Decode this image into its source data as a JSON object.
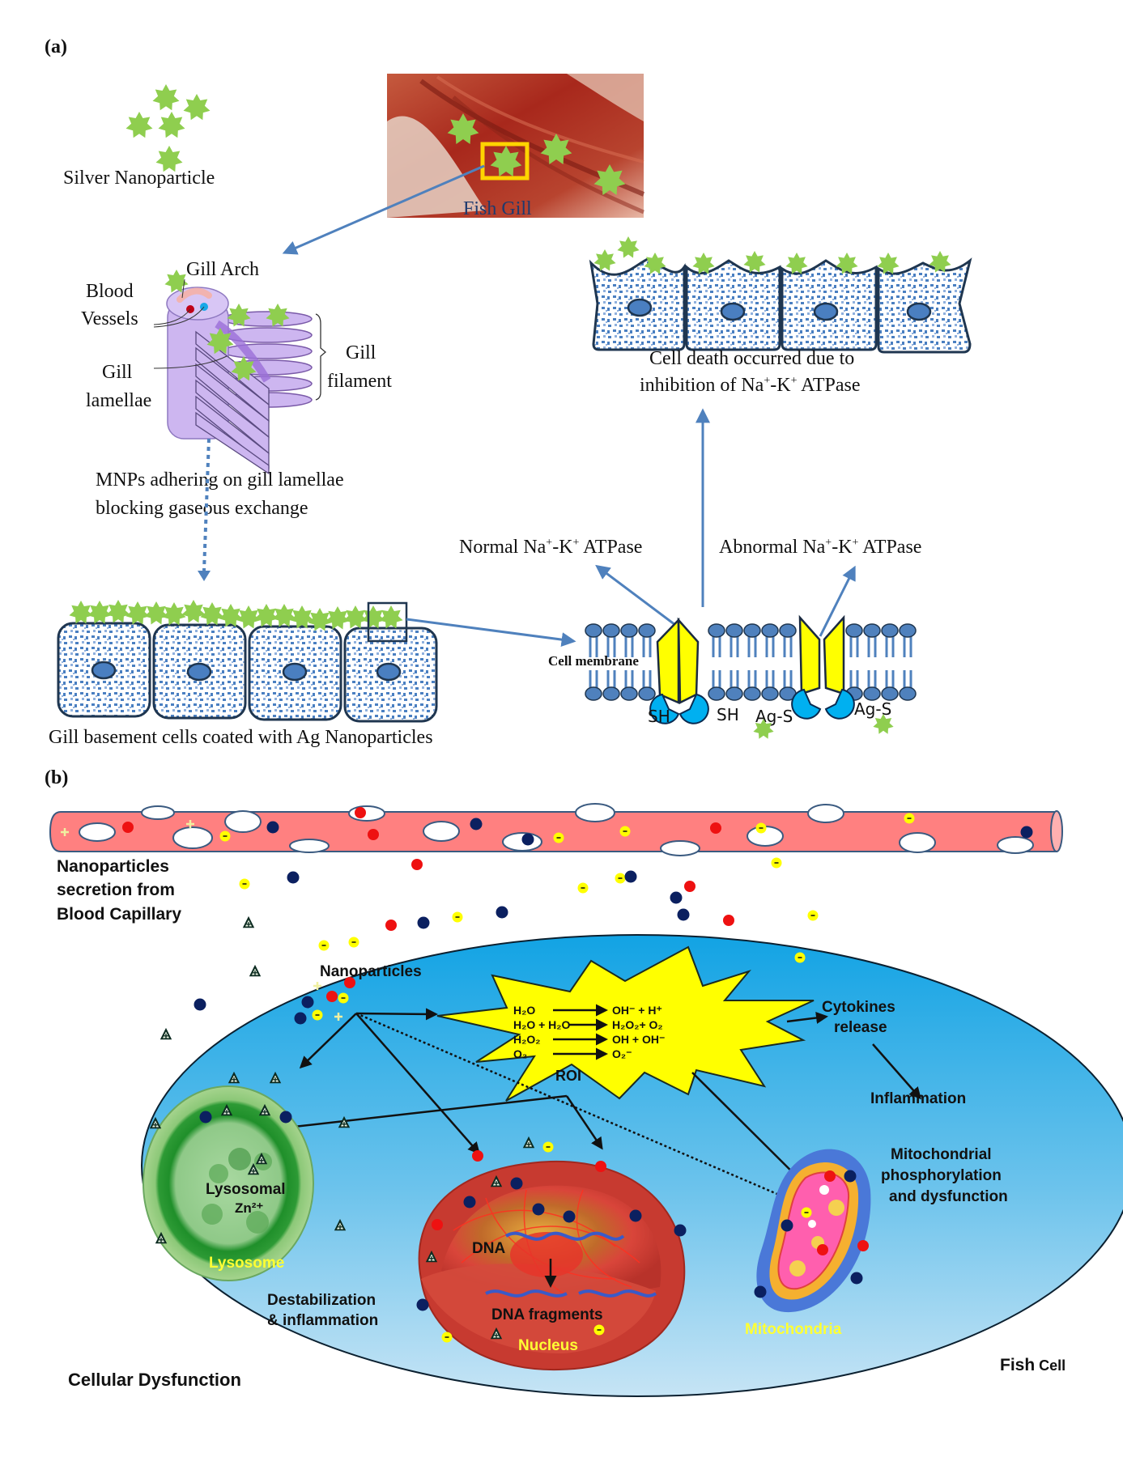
{
  "panel_a": {
    "label": "(a)",
    "silver_nanoparticle_label": "Silver Nanoparticle",
    "fish_gill_label": "Fish Gill",
    "gill_diagram": {
      "gill_arch": "Gill Arch",
      "blood": "Blood",
      "vessels": "Vessels",
      "gill_left": "Gill",
      "lamellae": "lamellae",
      "gill_right": "Gill",
      "filament": "filament"
    },
    "mnps_line1": "MNPs adhering on gill lamellae",
    "mnps_line2": "blocking gaseous exchange",
    "basement_caption": "Gill basement cells coated with Ag Nanoparticles",
    "cell_death_line1": "Cell death occurred due to",
    "cell_death_line2_pre": "inhibition of Na",
    "cell_death_line2_mid": "-K",
    "cell_death_line2_post": "  ATPase",
    "normal_pre": "Normal Na",
    "normal_mid": "-K",
    "normal_post": " ATPase",
    "abnormal_pre": "Abnormal Na",
    "abnormal_mid": "-K",
    "abnormal_post": " ATPase",
    "superscript_plus": "+",
    "cell_membrane": "Cell membrane",
    "sh_1": "SH",
    "sh_2": "SH",
    "ags_1": "Ag-S",
    "ags_2": "Ag-S"
  },
  "panel_b": {
    "label": "(b)",
    "secretion_line1": "Nanoparticles",
    "secretion_line2": "secretion from",
    "secretion_line3": "Blood Capillary",
    "nanoparticles": "Nanoparticles",
    "reactions": [
      {
        "left": "H₂O",
        "right": "OH⁻ + H⁺"
      },
      {
        "left": "H₂O + H₂O",
        "right": "H₂O₂+ O₂"
      },
      {
        "left": "H₂O₂",
        "right": "OH + OH⁻"
      },
      {
        "left": "O₂",
        "right": "O₂⁻"
      }
    ],
    "roi": "ROI",
    "cytokines_line1": "Cytokines",
    "cytokines_line2": "release",
    "inflammation": "Inflammation",
    "mito_line1": "Mitochondrial",
    "mito_line2": "phosphorylation",
    "mito_line3": "and dysfunction",
    "lysosomal_line1": "Lysosomal",
    "lysosomal_line2": "Zn²⁺",
    "lysosome": "Lysosome",
    "destab_line1": "Destabilization",
    "destab_line2": "& inflammation",
    "dna": "DNA",
    "dna_fragments": "DNA fragments",
    "nucleus": "Nucleus",
    "mitochondria": "Mitochondria",
    "cellular_dysfunction": "Cellular Dysfunction",
    "fish_cell_big": "Fish",
    "fish_cell_small": " Cell"
  },
  "colors": {
    "nanoparticle_green": "#8fce4f",
    "arrow_blue": "#4f81bd",
    "cell_outline": "#1f3650",
    "cell_pattern": "#4a7fc1",
    "pump_yellow": "#ffff00",
    "receptor_cyan": "#00b0f0",
    "capillary": "#ff8080",
    "cytoplasm_top": "#1aa7e6",
    "cytoplasm_bottom": "#b8dcf2",
    "particle_red": "#ee1111",
    "particle_navy": "#0b2060",
    "particle_yellow": "#ffff00",
    "lysosome_green": "#1f8f2a",
    "nucleus_red": "#d9453a",
    "mito_pink": "#ff5fae",
    "label_yellow": "#ffff33"
  }
}
